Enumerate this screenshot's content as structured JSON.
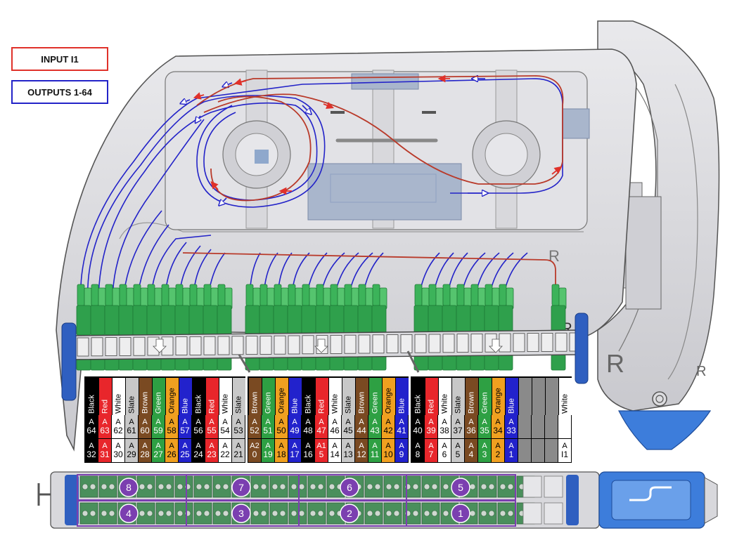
{
  "legend": {
    "input_label": "INPUT I1",
    "outputs_label": "OUTPUTS 1-64",
    "input_color": "#e0312a",
    "outputs_color": "#2323c8"
  },
  "tray_marks": {
    "r1": "R",
    "r2": "R",
    "r3": "R",
    "r4": "R"
  },
  "colors": {
    "Black": "#000000",
    "Red": "#e8262b",
    "White": "#ffffff",
    "Slate": "#c8c8c8",
    "Brown": "#7a4a22",
    "Green": "#2ea043",
    "Orange": "#f0a020",
    "Blue": "#2222cc",
    "Gray": "#8a8a8a"
  },
  "tables": [
    {
      "headers": [
        "Black",
        "Red",
        "White",
        "Slate",
        "Brown",
        "Green",
        "Orange",
        "Blue",
        "Black",
        "Red",
        "White",
        "Slate"
      ],
      "row1": [
        [
          "A",
          "64"
        ],
        [
          "A",
          "63"
        ],
        [
          "A",
          "62"
        ],
        [
          "A",
          "61"
        ],
        [
          "A",
          "60"
        ],
        [
          "A",
          "59"
        ],
        [
          "A",
          "58"
        ],
        [
          "A",
          "57"
        ],
        [
          "A",
          "56"
        ],
        [
          "A",
          "55"
        ],
        [
          "A",
          "54"
        ],
        [
          "A",
          "53"
        ]
      ],
      "row2": [
        [
          "A",
          "32"
        ],
        [
          "A",
          "31"
        ],
        [
          "A",
          "30"
        ],
        [
          "A",
          "29"
        ],
        [
          "A",
          "28"
        ],
        [
          "A",
          "27"
        ],
        [
          "A",
          "26"
        ],
        [
          "A",
          "25"
        ],
        [
          "A",
          "24"
        ],
        [
          "A",
          "23"
        ],
        [
          "A",
          "22"
        ],
        [
          "A",
          "21"
        ]
      ]
    },
    {
      "headers": [
        "Brown",
        "Green",
        "Orange",
        "Blue",
        "Black",
        "Red",
        "White",
        "Slate",
        "Brown",
        "Green",
        "Orange",
        "Blue"
      ],
      "row1": [
        [
          "A",
          "52"
        ],
        [
          "A",
          "51"
        ],
        [
          "A",
          "50"
        ],
        [
          "A",
          "49"
        ],
        [
          "A",
          "48"
        ],
        [
          "A",
          "47"
        ],
        [
          "A",
          "46"
        ],
        [
          "A",
          "45"
        ],
        [
          "A",
          "44"
        ],
        [
          "A",
          "43"
        ],
        [
          "A",
          "42"
        ],
        [
          "A",
          "41"
        ]
      ],
      "row2": [
        [
          "A2",
          "0"
        ],
        [
          "A",
          "19"
        ],
        [
          "A",
          "18"
        ],
        [
          "A",
          "17"
        ],
        [
          "A",
          "16"
        ],
        [
          "A1",
          "5"
        ],
        [
          "A",
          "14"
        ],
        [
          "A",
          "13"
        ],
        [
          "A",
          "12"
        ],
        [
          "A",
          "11"
        ],
        [
          "A",
          "10"
        ],
        [
          "A",
          "9"
        ]
      ]
    },
    {
      "headers": [
        "Black",
        "Red",
        "White",
        "Slate",
        "Brown",
        "Green",
        "Orange",
        "Blue",
        "",
        "",
        "",
        "White"
      ],
      "row1": [
        [
          "A",
          "40"
        ],
        [
          "A",
          "39"
        ],
        [
          "A",
          "38"
        ],
        [
          "A",
          "37"
        ],
        [
          "A",
          "36"
        ],
        [
          "A",
          "35"
        ],
        [
          "A",
          "34"
        ],
        [
          "A",
          "33"
        ],
        [
          "",
          ""
        ],
        [
          "",
          ""
        ],
        [
          "",
          ""
        ],
        [
          "",
          ""
        ]
      ],
      "row2": [
        [
          "A",
          "8"
        ],
        [
          "A",
          "7"
        ],
        [
          "A",
          "6"
        ],
        [
          "A",
          "5"
        ],
        [
          "A",
          "4"
        ],
        [
          "A",
          "3"
        ],
        [
          "A",
          "2"
        ],
        [
          "A",
          "1"
        ],
        [
          "",
          ""
        ],
        [
          "",
          ""
        ],
        [
          "",
          ""
        ],
        [
          "A",
          "I1"
        ]
      ]
    }
  ],
  "tray_groups": {
    "top": [
      "8",
      "7",
      "6",
      "5"
    ],
    "bottom": [
      "4",
      "3",
      "2",
      "1"
    ]
  }
}
